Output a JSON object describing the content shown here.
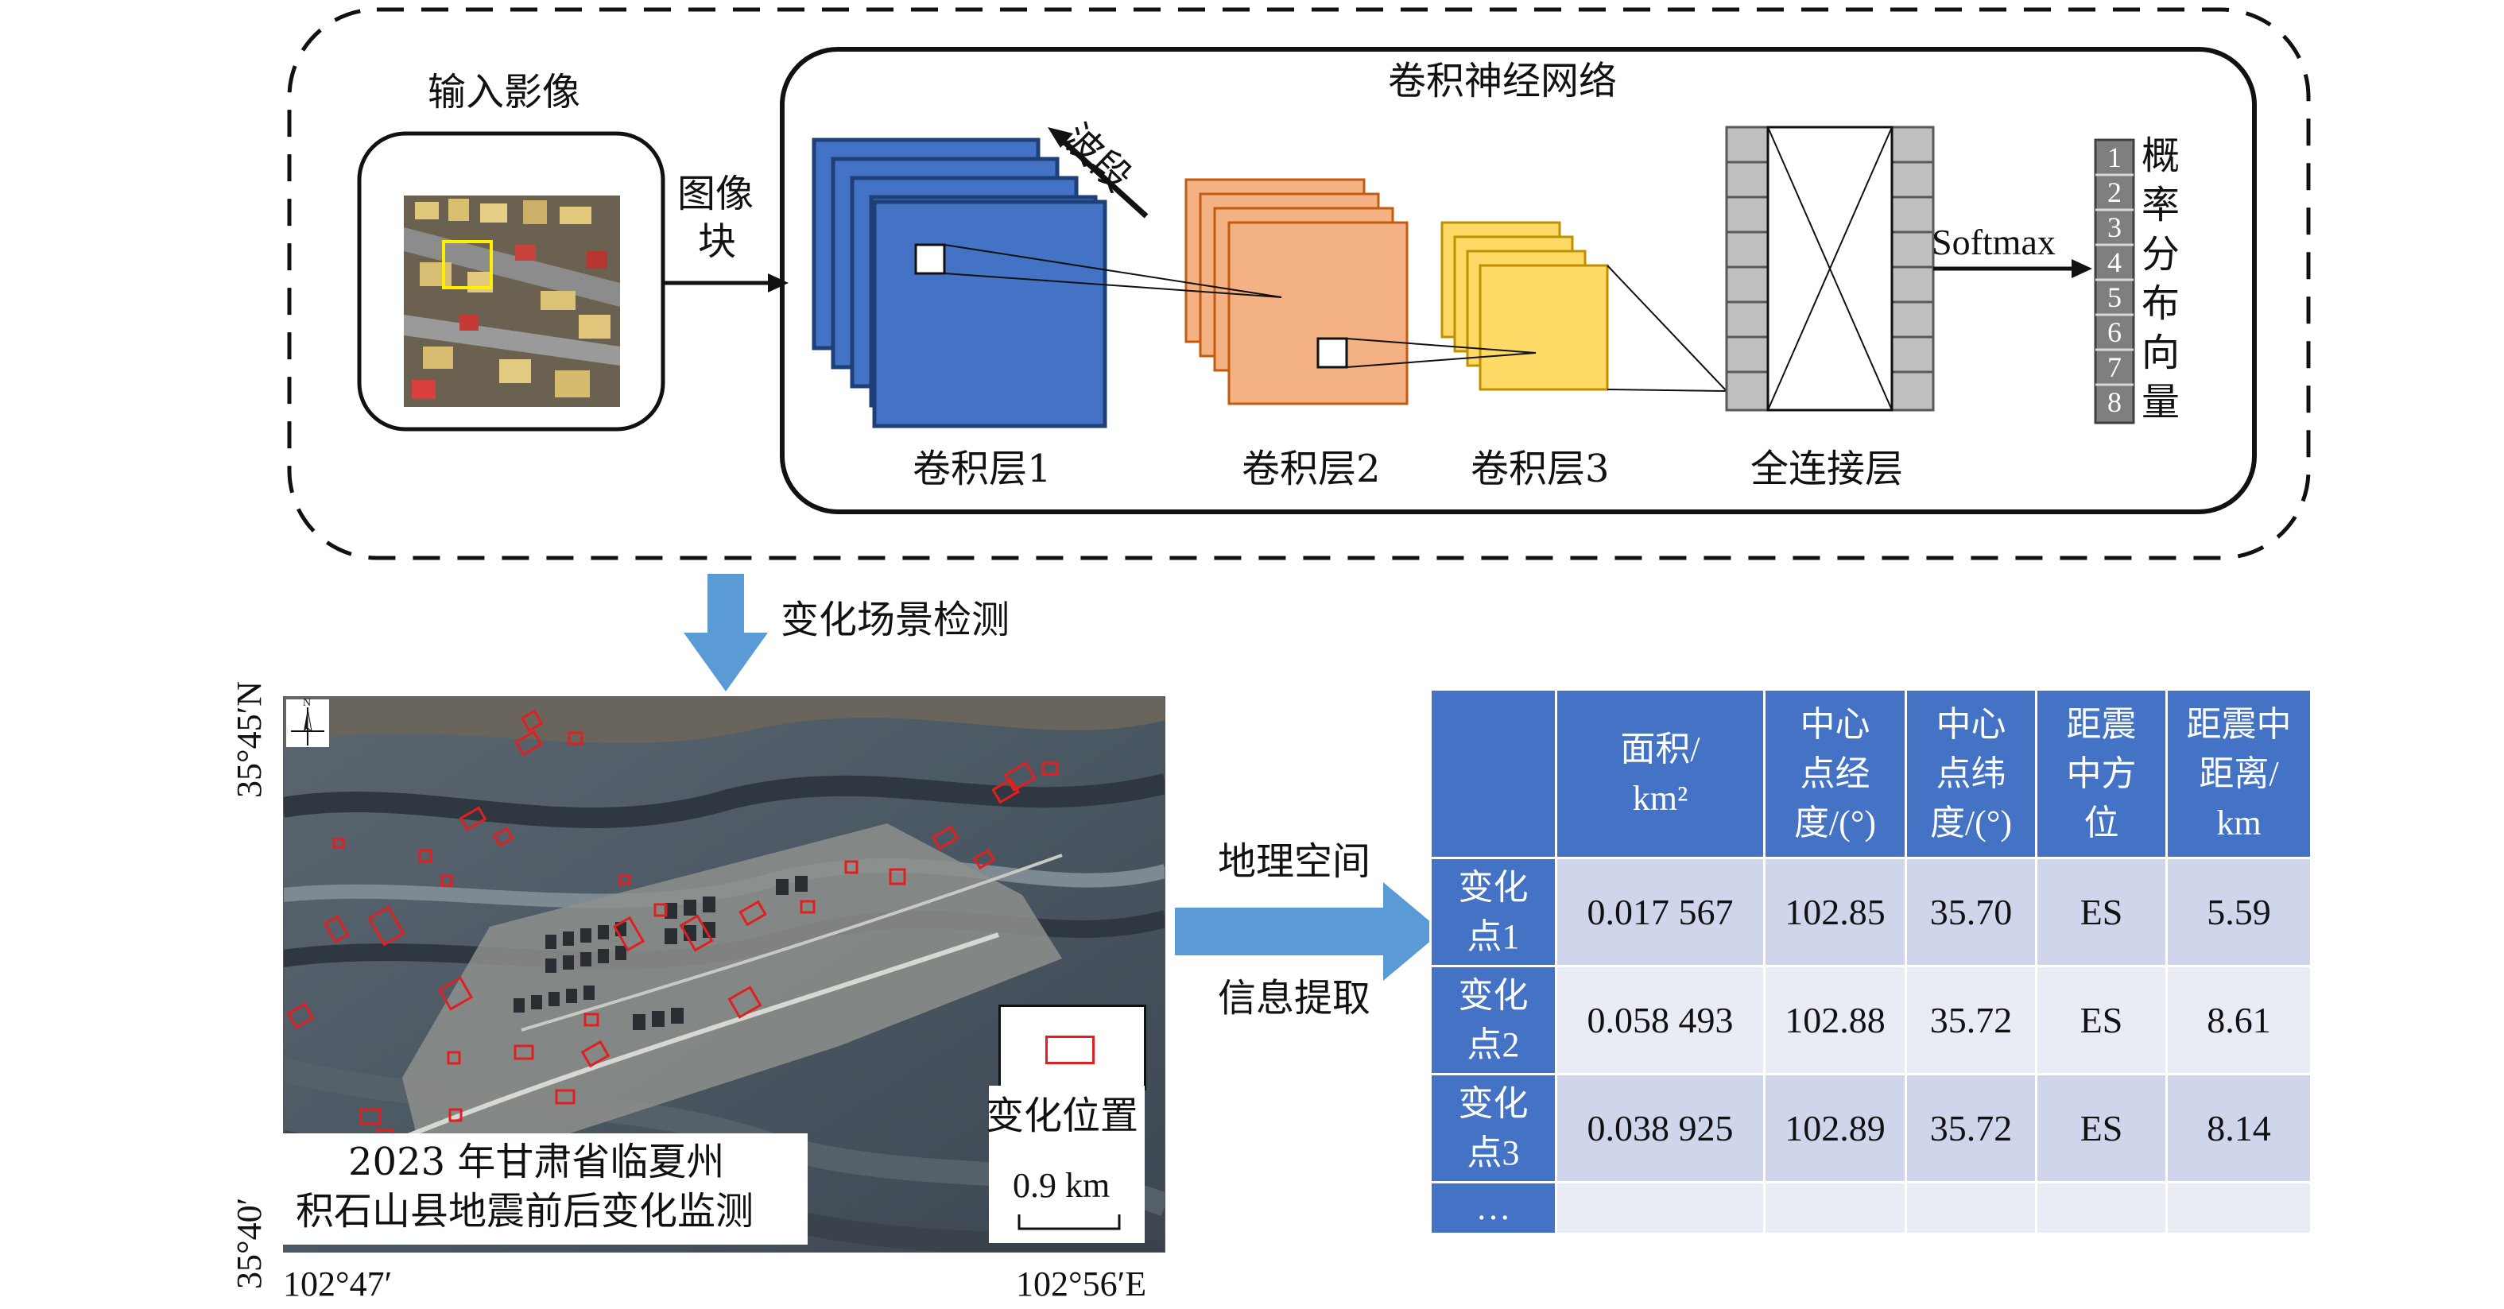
{
  "cnn": {
    "title": "卷积神经网络",
    "input_label": "输入影像",
    "patch_label_1": "图像",
    "patch_label_2": "块",
    "band_label": "波段",
    "conv1": "卷积层1",
    "conv2": "卷积层2",
    "conv3": "卷积层3",
    "fc": "全连接层",
    "softmax": "Softmax",
    "vector_cells": [
      "1",
      "2",
      "3",
      "4",
      "5",
      "6",
      "7",
      "8"
    ],
    "vector_label": [
      "概",
      "率",
      "分",
      "布",
      "向",
      "量"
    ]
  },
  "flow": {
    "detect_label": "变化场景检测",
    "geo_label_1": "地理空间",
    "geo_label_2": "信息提取"
  },
  "map": {
    "caption_line1": "2023 年甘肃省临夏州",
    "caption_line2": "积石山县地震前后变化监测",
    "legend_label": "变化位置",
    "scale_label": "0.9 km",
    "lat_top": "35°45′N",
    "lat_bottom": "35°40′",
    "lon_left": "102°47′",
    "lon_right": "102°56′E",
    "north_label": "N"
  },
  "table": {
    "headers": [
      "",
      "面积/\nkm²",
      "中心\n点经\n度/(°)",
      "中心\n点纬\n度/(°)",
      "距震\n中方\n位",
      "距震中\n距离/\nkm"
    ],
    "rows": [
      {
        "label": "变化\n点1",
        "area": "0.017 567",
        "lon": "102.85",
        "lat": "35.70",
        "dir": "ES",
        "dist": "5.59"
      },
      {
        "label": "变化\n点2",
        "area": "0.058 493",
        "lon": "102.88",
        "lat": "35.72",
        "dir": "ES",
        "dist": "8.61"
      },
      {
        "label": "变化\n点3",
        "area": "0.038 925",
        "lon": "102.89",
        "lat": "35.72",
        "dir": "ES",
        "dist": "8.14"
      },
      {
        "label": "…",
        "area": "",
        "lon": "",
        "lat": "",
        "dir": "",
        "dist": ""
      }
    ]
  },
  "colors": {
    "conv1": "#4472c4",
    "conv2": "#f4b183",
    "conv3": "#ffd966",
    "table_header": "#4472c4",
    "arrow": "#5b9bd5",
    "marker": "#e02020"
  }
}
